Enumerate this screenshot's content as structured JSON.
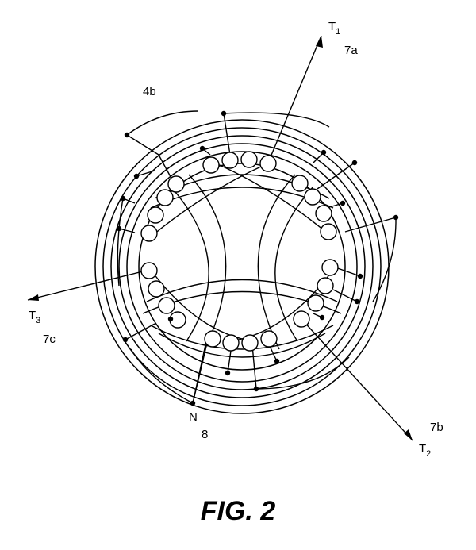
{
  "labels": {
    "t1": {
      "main": "T",
      "sub": "1"
    },
    "t2": {
      "main": "T",
      "sub": "2"
    },
    "t3": {
      "main": "T",
      "sub": "3"
    },
    "ref_7a": "7a",
    "ref_7b": "7b",
    "ref_7c": "7c",
    "ref_4b": "4b",
    "neutral": "N",
    "ref_8": "8"
  },
  "caption": "FIG. 2",
  "colors": {
    "line": "#000000",
    "background": "#ffffff"
  }
}
